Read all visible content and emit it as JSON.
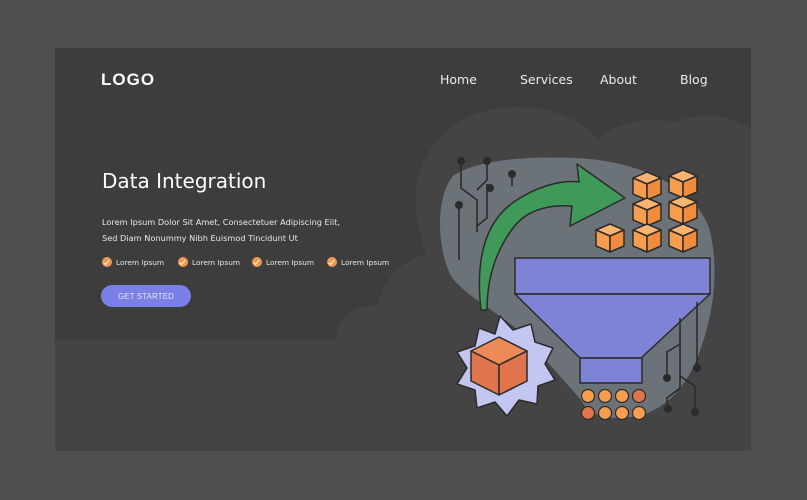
{
  "header": {
    "logo": "LOGO",
    "nav": [
      {
        "label": "Home"
      },
      {
        "label": "Services"
      },
      {
        "label": "About"
      },
      {
        "label": "Blog"
      }
    ]
  },
  "hero": {
    "title": "Data Integration",
    "description": "Lorem Ipsum Dolor Sit Amet, Consectetuer Adipiscing Elit, Sed Diam Nonummy Nibh Euismod Tincidunt Ut",
    "features": [
      {
        "label": "Lorem Ipsum",
        "icon": "check-circle-icon"
      },
      {
        "label": "Lorem Ipsum",
        "icon": "check-circle-icon"
      },
      {
        "label": "Lorem Ipsum",
        "icon": "check-circle-icon"
      },
      {
        "label": "Lorem Ipsum",
        "icon": "check-circle-icon"
      }
    ],
    "cta_label": "GET STARTED"
  },
  "illustration": {
    "subject": "data-integration-funnel",
    "colors": {
      "page_bg": "#4f4f4f",
      "frame_bg": "#3d3d3d",
      "cloud_bg": "#444444",
      "blob": "#6b7278",
      "arrow": "#3f9a5a",
      "cube_orange": "#f79d4e",
      "cube_red_orange": "#e0744a",
      "funnel": "#7f83d6",
      "starburst": "#c3c6f0",
      "outline": "#2b2b2b",
      "accent_button": "#7b7fe8",
      "check": "#ef9a4f"
    }
  }
}
